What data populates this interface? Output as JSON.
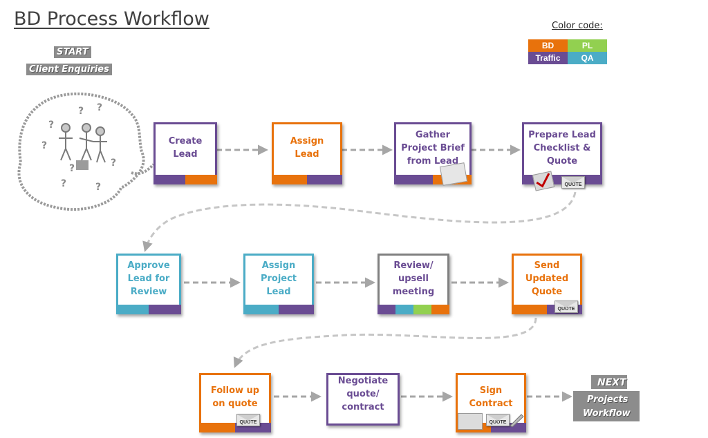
{
  "title": "BD Process Workflow",
  "legend": {
    "title": "Color code:",
    "items": [
      {
        "label": "BD",
        "color": "#e8720c"
      },
      {
        "label": "PL",
        "color": "#92d050"
      },
      {
        "label": "Traffic",
        "color": "#6a4c93"
      },
      {
        "label": "QA",
        "color": "#4bacc6"
      }
    ]
  },
  "start": {
    "label": "START",
    "sublabel": "Client Enquiries"
  },
  "next": {
    "label": "NEXT",
    "sublabel_line1": "Projects",
    "sublabel_line2": "Workflow"
  },
  "icon_text": {
    "quote": "QUOTE"
  },
  "steps": [
    {
      "label": "Create\nLead",
      "color": "#6a4c93",
      "text_color": "#6a4c93",
      "bar": [
        "#6a4c93",
        "#e8720c"
      ]
    },
    {
      "label": "Assign\nLead",
      "color": "#e8720c",
      "text_color": "#e8720c",
      "bar": [
        "#e8720c",
        "#6a4c93"
      ]
    },
    {
      "label": "Gather\nProject Brief\nfrom Lead",
      "color": "#6a4c93",
      "text_color": "#6a4c93",
      "bar": [
        "#6a4c93",
        "#e8720c"
      ]
    },
    {
      "label": "Prepare Lead\nChecklist  &\nQuote",
      "color": "#6a4c93",
      "text_color": "#6a4c93",
      "bar": [
        "#6a4c93"
      ]
    },
    {
      "label": "Approve\nLead for\nReview",
      "color": "#4bacc6",
      "text_color": "#4bacc6",
      "bar": [
        "#4bacc6",
        "#6a4c93"
      ]
    },
    {
      "label": "Assign\nProject\nLead",
      "color": "#4bacc6",
      "text_color": "#4bacc6",
      "bar": [
        "#4bacc6",
        "#6a4c93"
      ]
    },
    {
      "label": "Review/\nupsell\nmeeting",
      "color": "#808080",
      "text_color": "#6a4c93",
      "bar": [
        "#6a4c93",
        "#4bacc6",
        "#92d050",
        "#e8720c"
      ]
    },
    {
      "label": "Send\nUpdated\nQuote",
      "color": "#e8720c",
      "text_color": "#e8720c",
      "bar": [
        "#e8720c",
        "#6a4c93"
      ]
    },
    {
      "label": "Follow up\non quote",
      "color": "#e8720c",
      "text_color": "#e8720c",
      "bar": [
        "#e8720c",
        "#6a4c93"
      ]
    },
    {
      "label": "Negotiate\nquote/\ncontract",
      "color": "#6a4c93",
      "text_color": "#6a4c93",
      "bar": [
        "#6a4c93"
      ]
    },
    {
      "label": "Sign\nContract",
      "color": "#e8720c",
      "text_color": "#e8720c",
      "bar": [
        "#e8720c",
        "#6a4c93"
      ]
    }
  ]
}
